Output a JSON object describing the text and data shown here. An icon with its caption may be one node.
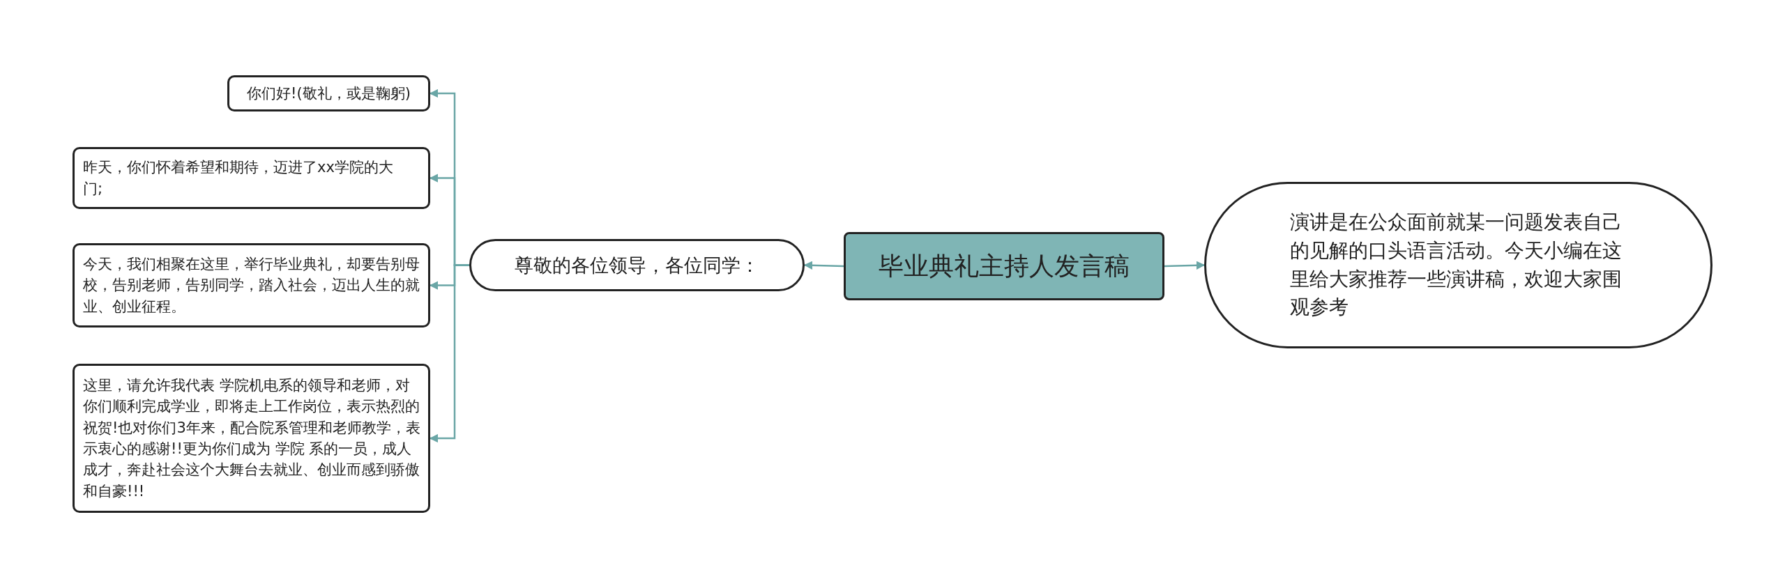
{
  "diagram": {
    "nodes": [
      {
        "text": [
          "毕业典礼主持人发言稿"
        ]
      },
      {
        "text": [
          "演讲是在公众面前就某一问题发表自己的见解的口头语言活动。今天小编在这里给大家推荐一些演讲稿，欢迎大家围观参考"
        ]
      },
      {
        "text": [
          "尊敬的各位领导，各位同学："
        ]
      },
      {
        "text": [
          "你们好!(敬礼，或是鞠躬)"
        ]
      },
      {
        "text": [
          "昨天，你们怀着希望和期待，迈进了xx学院的大门;"
        ]
      },
      {
        "text": [
          "今天，我们相聚在这里，举行毕业典礼，却要告别母校，告别老师，告别同学，踏入社会，迈出人生的就业、创业征程。"
        ]
      },
      {
        "text": [
          "这里，请允许我代表 学院机电系的领导和老师，对你们顺利完成学业，即将走上工作岗位，表示热烈的祝贺!也对你们3年来，配合院系管理和老师教学，表示衷心的感谢!!更为你们成为 学院 系的一员，成人成才，奔赴社会这个大舞台去就业、创业而感到骄傲和自豪!!!"
        ]
      }
    ],
    "edges": [
      {
        "from": 0,
        "to": 1,
        "arrow": "to"
      },
      {
        "from": 0,
        "to": 2,
        "arrow": "to"
      },
      {
        "from": 2,
        "to": 3,
        "arrow": "to"
      },
      {
        "from": 2,
        "to": 4,
        "arrow": "to"
      },
      {
        "from": 2,
        "to": 5,
        "arrow": "to"
      },
      {
        "from": 2,
        "to": 6,
        "arrow": "to"
      }
    ]
  }
}
